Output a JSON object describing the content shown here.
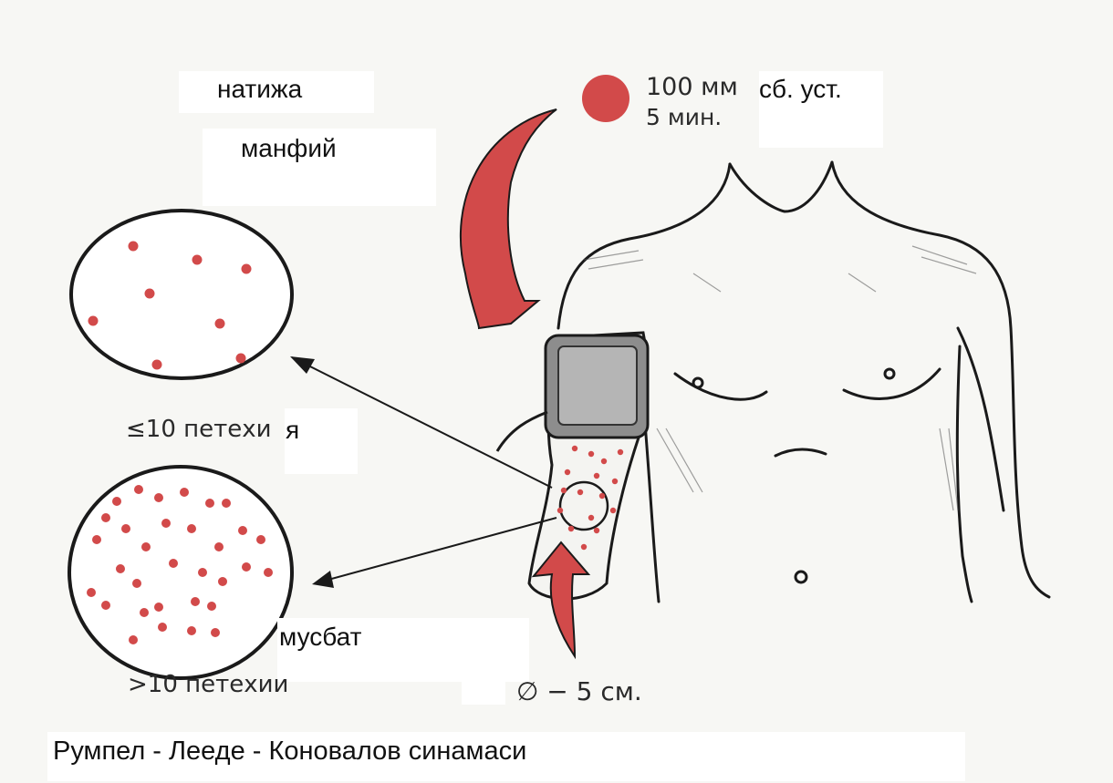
{
  "labels": {
    "result": "натижа",
    "negative": "манфий",
    "positive": "мусбат",
    "pressure_value": "100 мм",
    "pressure_suffix": "сб. уст.",
    "duration": "5 мин.",
    "le10_text": "≤10 петехи",
    "le10_suffix": "я",
    "gt10_text": ">10 петехии",
    "diameter": "∅ − 5 см.",
    "caption": "Румпел - Лееде - Коновалов синамаси"
  },
  "colors": {
    "accent_red": "#d24a4a",
    "dot_red": "#e0282a",
    "ink": "#1a1a1a",
    "paper": "#f7f7f4"
  }
}
